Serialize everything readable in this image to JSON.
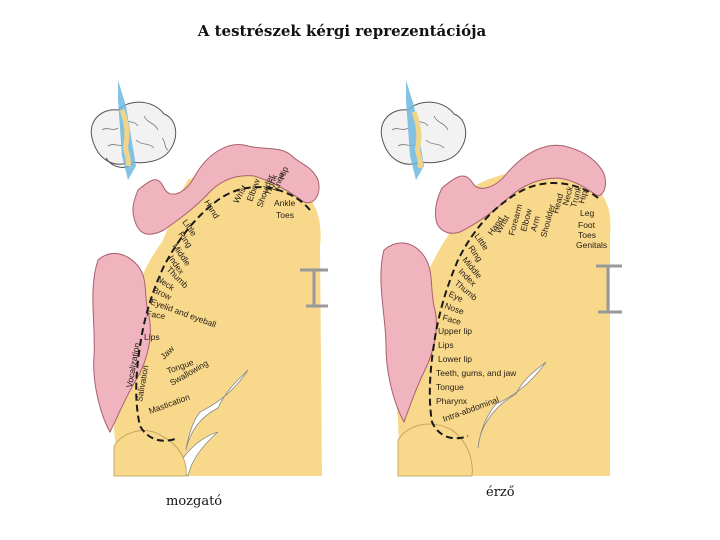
{
  "title": "A testrészek kérgi reprezentációja",
  "captions": {
    "motor": "mozgató",
    "sensory": "érző"
  },
  "colors": {
    "cortex": "#f8d98c",
    "homunculus": "#f0b4bf",
    "homunculus_outline": "#a8606c",
    "brain_thumb": "#f2f2f2",
    "plane": "#6fb8df",
    "dash": "#1a1a1a"
  },
  "motor_labels": [
    "Toes",
    "Ankle",
    "Knee",
    "Hip",
    "Trunk",
    "Shoulder",
    "Elbow",
    "Wrist",
    "Hand",
    "Little",
    "Ring",
    "Middle",
    "Index",
    "Thumb",
    "Neck",
    "Brow",
    "Eyelid and eyeball",
    "Face",
    "Lips",
    "Jaw",
    "Tongue",
    "Swallowing",
    "Vocalization",
    "Salivation",
    "Mastication"
  ],
  "sensory_labels": [
    "Genitals",
    "Toes",
    "Foot",
    "Leg",
    "Hip",
    "Trunk",
    "Neck",
    "Head",
    "Shoulder",
    "Arm",
    "Elbow",
    "Forearm",
    "Wrist",
    "Hand",
    "Little",
    "Ring",
    "Middle",
    "Index",
    "Thumb",
    "Eye",
    "Nose",
    "Face",
    "Upper lip",
    "Lips",
    "Lower lip",
    "Teeth, gums, and jaw",
    "Tongue",
    "Pharynx",
    "Intra-abdominal"
  ]
}
